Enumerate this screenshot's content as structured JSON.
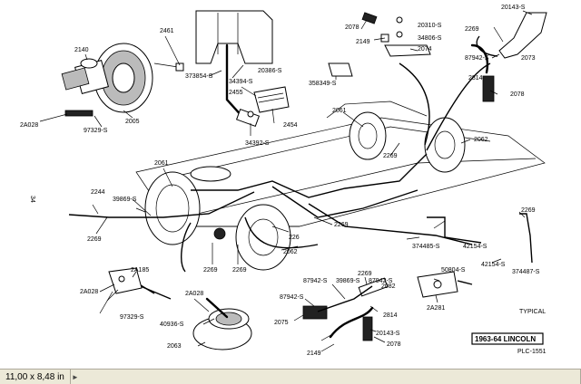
{
  "page": {
    "side_number": "34"
  },
  "plate": {
    "title": "1963-64 LINCOLN",
    "code": "PLC-1551",
    "note": "TYPICAL"
  },
  "status": {
    "size": "11,00 x 8,48 in"
  },
  "labels": {
    "p2140": "2140",
    "p2461": "2461",
    "p373854": "373854-S",
    "p2A028a": "2A028",
    "p97329a": "97329-S",
    "p2005": "2005",
    "p34394": "34394-S",
    "p20386": "20386-S",
    "p2455": "2455",
    "p2454": "2454",
    "p34392": "34392-S",
    "p358349": "358349-S",
    "p2078a": "2078",
    "p20310": "20310-S",
    "p2149a": "2149",
    "p34806": "34806-S",
    "p2074": "2074",
    "p20143a": "20143-S",
    "p2269a": "2269",
    "p87942a": "87942-S",
    "p2073": "2073",
    "p2814a": "2814",
    "p2078b": "2078",
    "p2061a": "2061",
    "p2269b": "2269",
    "p2062a": "2062",
    "p2061b": "2061",
    "p2244": "2244",
    "p39869a": "39869-S",
    "p2269c": "2269",
    "p2269d": "2269",
    "p226": "226",
    "p2062b": "2062",
    "p2269e": "2269",
    "p2269f": "2269",
    "p374485": "374485-S",
    "p42154a": "42154-S",
    "p42154b": "42154-S",
    "p374487": "374487-S",
    "p2269g": "2269",
    "p2A185": "2A185",
    "p2A028b": "2A028",
    "p2A028c": "2A028",
    "p97329b": "97329-S",
    "p40936": "40936-S",
    "p2063": "2063",
    "p2269h": "2269",
    "p87942b": "87942-S",
    "p39869b": "39869-S",
    "p87942c": "87942-S",
    "p2082": "2082",
    "p2814b": "2814",
    "p2075": "2075",
    "p87942d": "87942-S",
    "p20143b": "20143-S",
    "p2078c": "2078",
    "p2149b": "2149",
    "p50804": "50804-S",
    "p2A281": "2A281"
  }
}
